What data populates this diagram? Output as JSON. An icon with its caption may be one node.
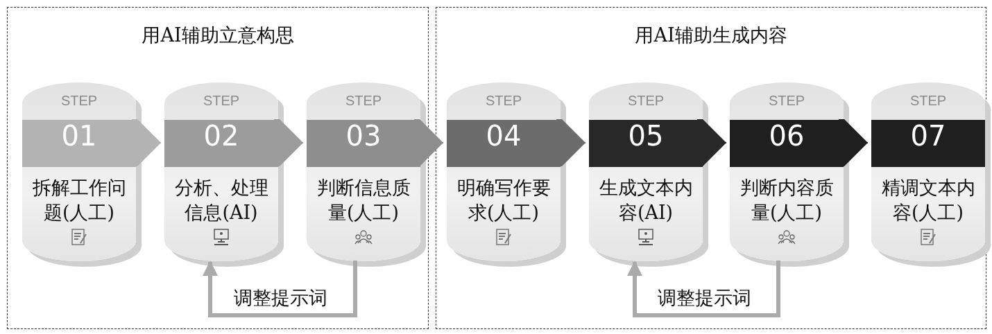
{
  "diagram": {
    "nodes": [
      {
        "text": [
          "用AI辅助立意构思"
        ]
      },
      {
        "text": [
          "STEP",
          "01",
          "拆解工作问题(人工)"
        ],
        "in": 0
      },
      {
        "text": [
          "STEP",
          "02",
          "分析、处理信息(AI)"
        ],
        "in": 0
      },
      {
        "text": [
          "STEP",
          "03",
          "判断信息质量(人工)"
        ],
        "in": 0
      },
      {
        "text": [
          "用AI辅助生成内容"
        ]
      },
      {
        "text": [
          "STEP",
          "04",
          "明确写作要求(人工)"
        ],
        "in": 4
      },
      {
        "text": [
          "STEP",
          "05",
          "生成文本内容(AI)"
        ],
        "in": 4
      },
      {
        "text": [
          "STEP",
          "06",
          "判断内容质量(人工)"
        ],
        "in": 4
      },
      {
        "text": [
          "STEP",
          "07",
          "精调文本内容(人工)"
        ],
        "in": 4
      }
    ],
    "edges": [
      {
        "from": 1,
        "to": 2,
        "arrow": "to",
        "color": "#b3b3b3"
      },
      {
        "from": 2,
        "to": 3,
        "arrow": "to",
        "color": "#9c9c9c"
      },
      {
        "from": 3,
        "to": 5,
        "arrow": "to",
        "color": "#8e8e8e"
      },
      {
        "from": 5,
        "to": 6,
        "arrow": "to",
        "color": "#6c6c6c"
      },
      {
        "from": 6,
        "to": 7,
        "arrow": "to",
        "color": "#282828"
      },
      {
        "from": 7,
        "to": 8,
        "arrow": "to",
        "color": "#1f1f1f"
      },
      {
        "from": 3,
        "to": 2,
        "arrow": "to",
        "label": "调整提示词",
        "style": "thick",
        "color": "#aaaaaa"
      },
      {
        "from": 7,
        "to": 6,
        "arrow": "to",
        "label": "调整提示词",
        "style": "thick",
        "color": "#aaaaaa"
      }
    ]
  }
}
